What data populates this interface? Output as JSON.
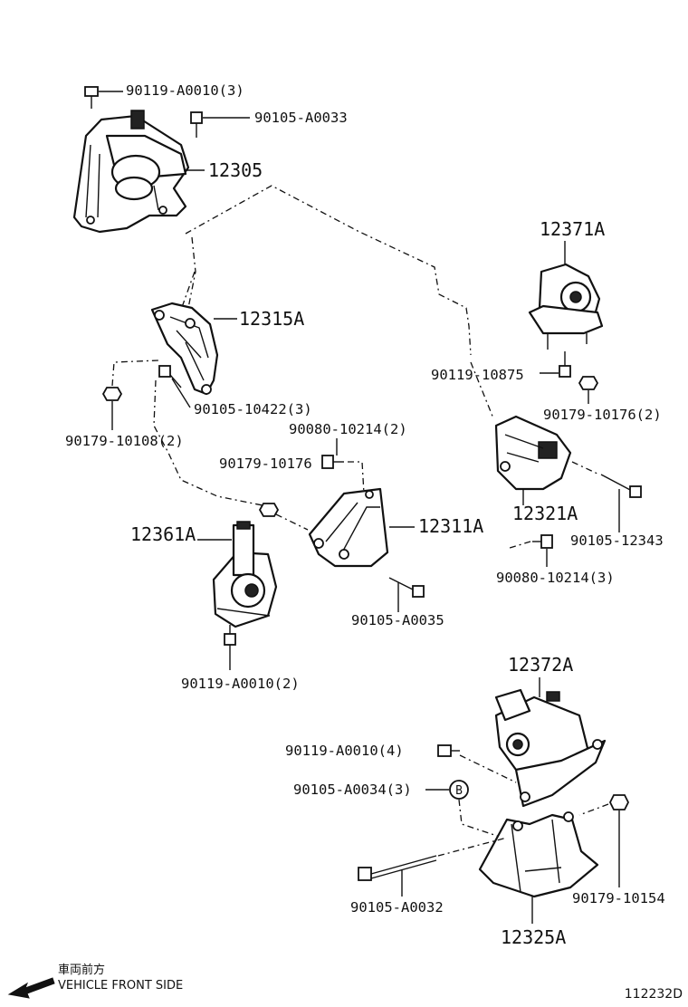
{
  "part_numbers": {
    "p1": "90119-A0010(3)",
    "p2": "90105-A0033",
    "p3": "12305",
    "p4": "12371A",
    "p5": "12315A",
    "p6": "90119-10875",
    "p7": "90105-10422(3)",
    "p8": "90179-10176(2)",
    "p9": "90179-10108(2)",
    "p10": "90080-10214(2)",
    "p11": "90179-10176",
    "p12": "12311A",
    "p13": "12321A",
    "p14": "12361A",
    "p15": "90105-12343",
    "p16": "90080-10214(3)",
    "p17": "90105-A0035",
    "p18": "90119-A0010(2)",
    "p19": "12372A",
    "p20": "90119-A0010(4)",
    "p21": "90105-A0034(3)",
    "p22": "90179-10154",
    "p23": "90105-A0032",
    "p24": "12325A"
  },
  "callout_b": "B",
  "front_note": {
    "japanese": "車両前方",
    "english": "VEHICLE FRONT SIDE"
  },
  "figure_id": "112232D",
  "icons": [
    "front-arrow-icon"
  ]
}
